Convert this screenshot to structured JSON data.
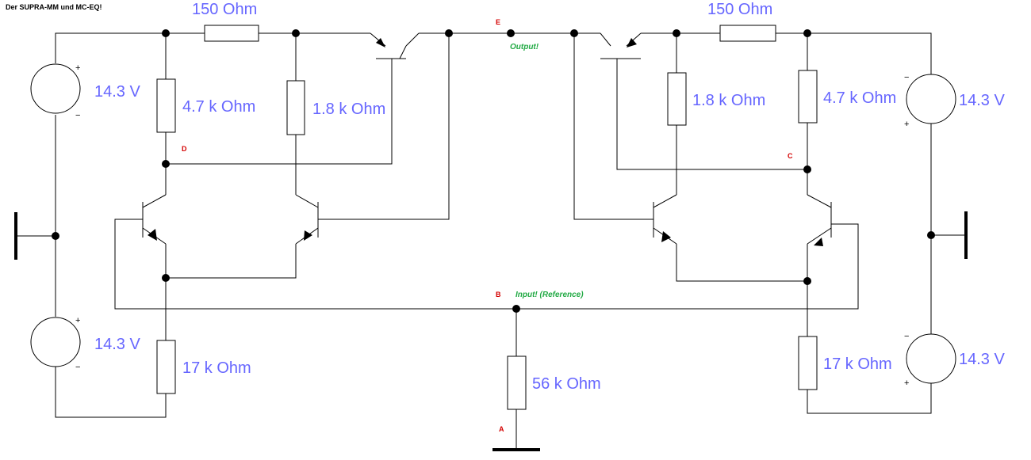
{
  "title": "Der SUPRA-MM und MC-EQ!",
  "labels": {
    "r150_left": "150  Ohm",
    "r150_right": "150  Ohm",
    "r47k_left": "4.7 k Ohm",
    "r47k_right": "4.7 k Ohm",
    "r18k_left": "1.8 k Ohm",
    "r18k_right": "1.8 k Ohm",
    "r17k_left": "17 k Ohm",
    "r17k_right": "17 k Ohm",
    "r56k": "56 k Ohm",
    "v_top_left": "14.3 V",
    "v_bot_left": "14.3 V",
    "v_top_right": "14.3 V",
    "v_bot_right": "14.3 V"
  },
  "polarity": {
    "plus": "+",
    "minus": "−"
  },
  "nodes": {
    "a": "A",
    "b": "B",
    "c": "C",
    "d": "D",
    "e": "E"
  },
  "notes": {
    "output": "Output!",
    "input": "Input! (Reference)"
  },
  "colors": {
    "value_text": "#6666ff",
    "node_text": "#d40000",
    "note_text": "#22aa44",
    "wire": "#000000"
  }
}
